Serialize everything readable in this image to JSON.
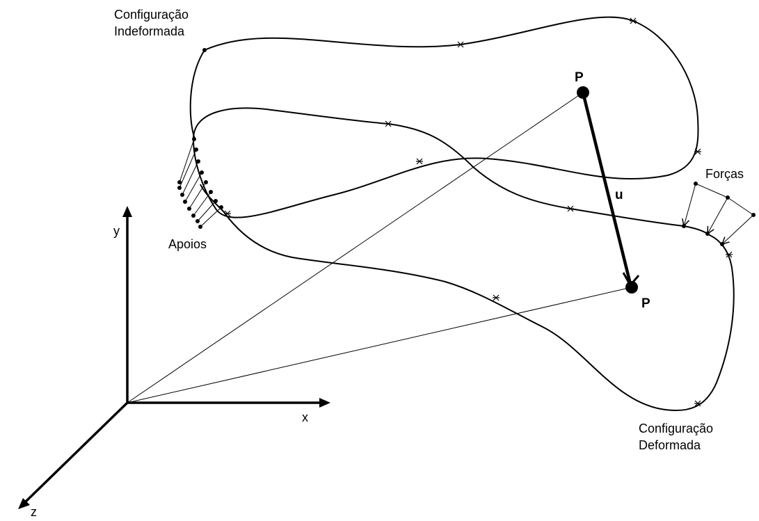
{
  "labels": {
    "undeformed_line1": "Configuração",
    "undeformed_line2": "Indeformada",
    "deformed_line1": "Configuração",
    "deformed_line2": "Deformada",
    "supports": "Apoios",
    "forces": "Forças",
    "point_initial": "P",
    "point_final": "P",
    "displacement": "u",
    "axis_x": "x",
    "axis_y": "y",
    "axis_z": "z"
  }
}
